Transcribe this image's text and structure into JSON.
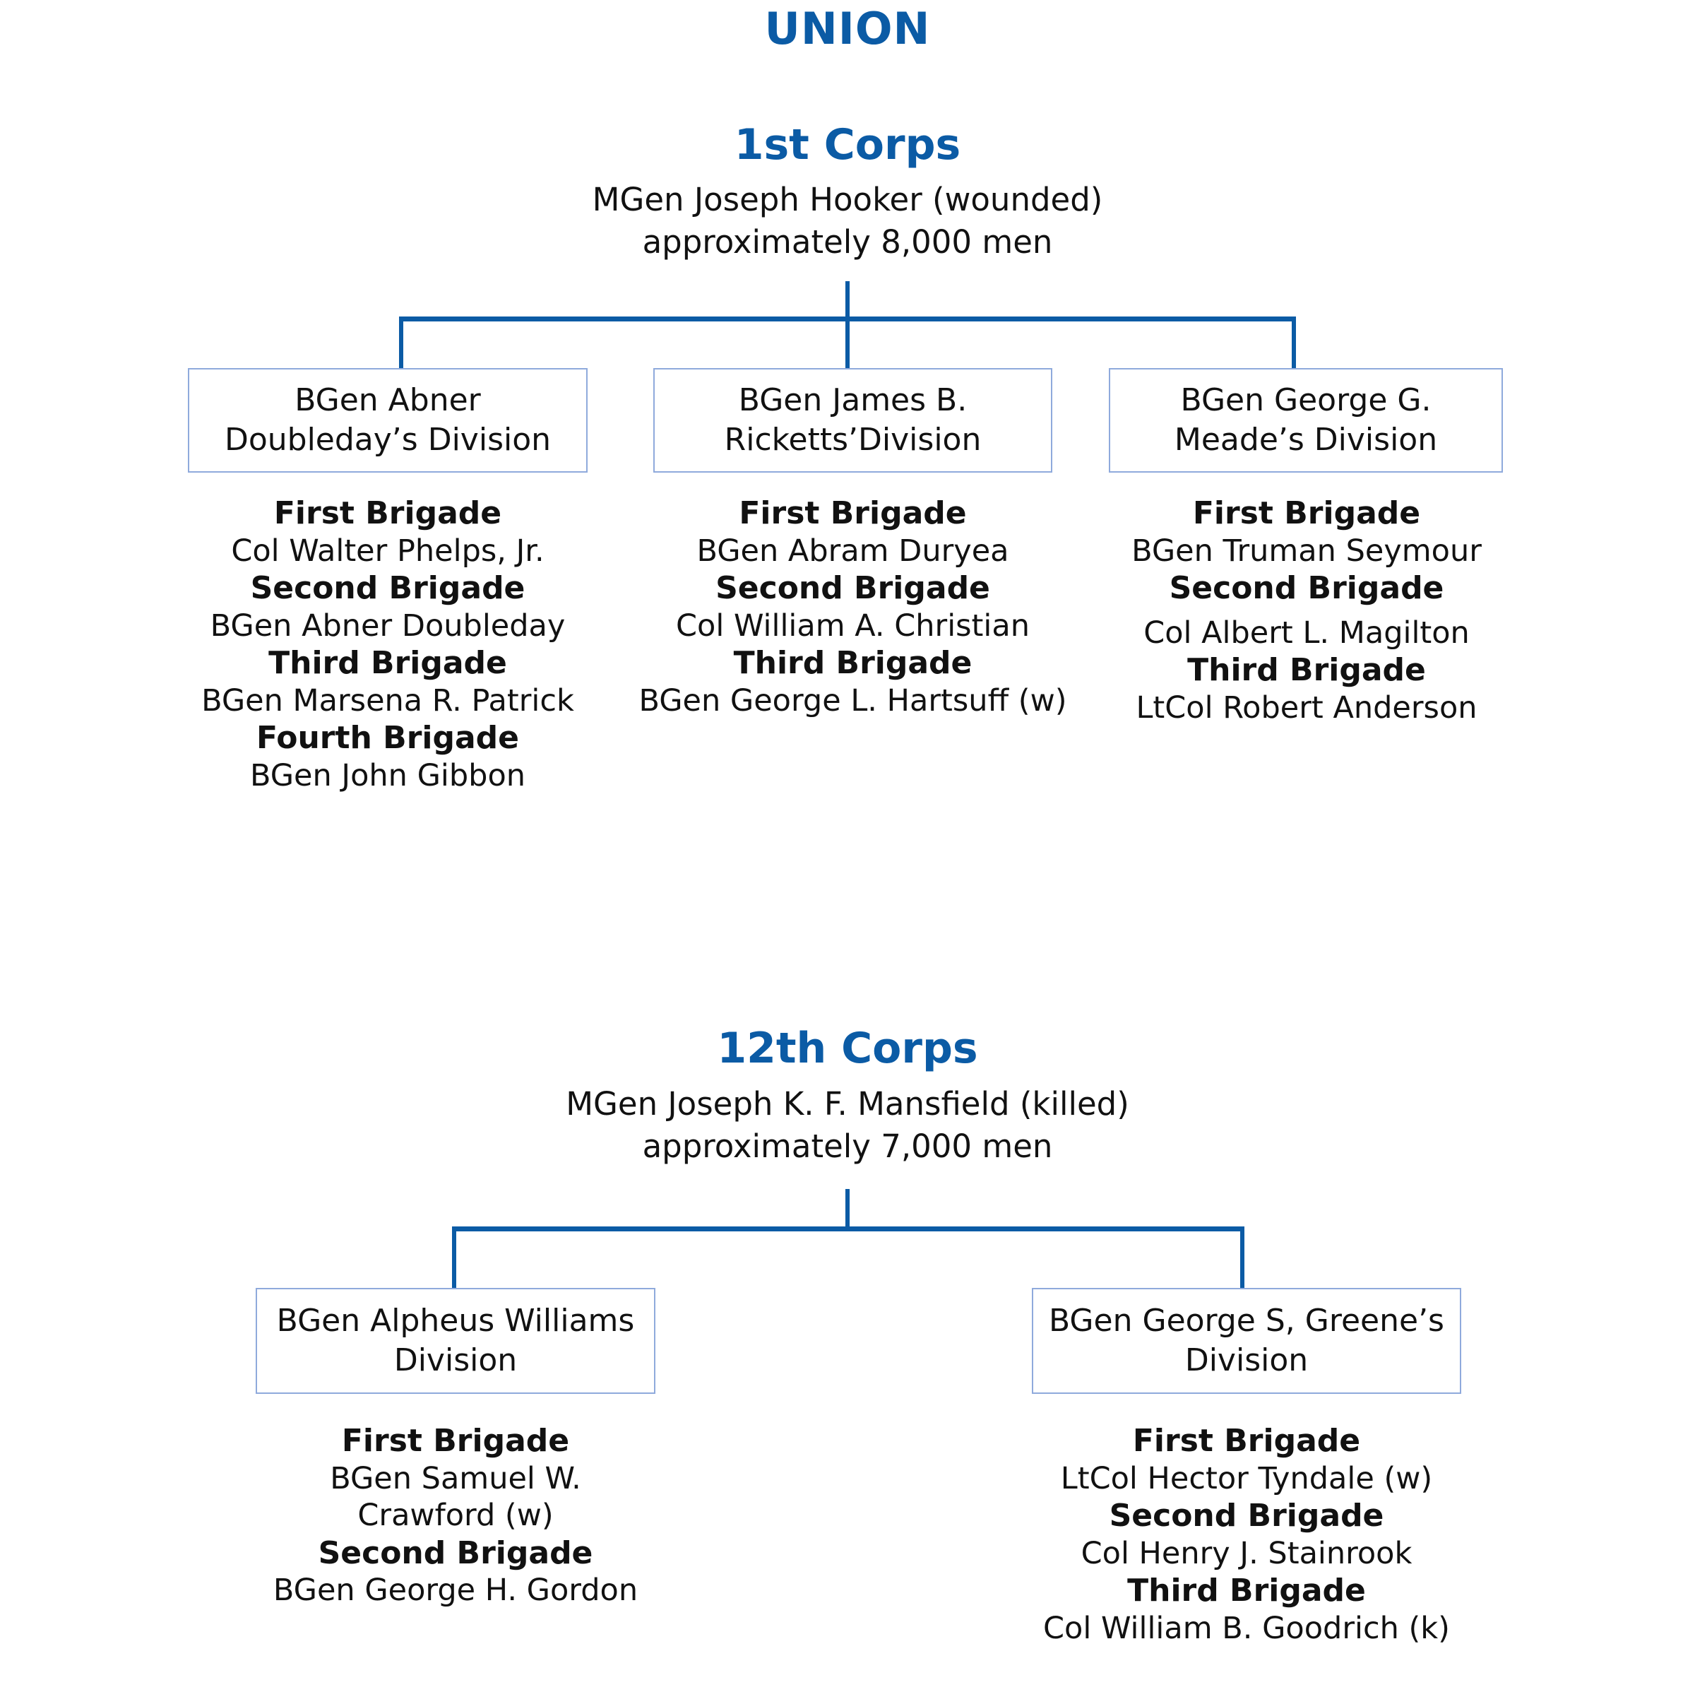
{
  "page": {
    "title": "UNION",
    "title_color": "#0B5BA5",
    "box_border_color": "#8FAADC",
    "connector_color": "#0B5BA5",
    "background": "#FFFFFF"
  },
  "corps": [
    {
      "id": "1st-corps",
      "title": "1st Corps",
      "commander": "MGen Joseph Hooker (wounded)",
      "strength": "approximately 8,000 men",
      "divisions": [
        {
          "id": "doubleday",
          "box_line1": "BGen Abner",
          "box_line2": "Doubleday’s Division",
          "brigades": [
            {
              "name": "First Brigade",
              "commander": "Col Walter Phelps, Jr."
            },
            {
              "name": "Second Brigade",
              "commander": "BGen Abner Doubleday"
            },
            {
              "name": "Third Brigade",
              "commander": "BGen Marsena R. Patrick"
            },
            {
              "name": "Fourth Brigade",
              "commander": "BGen John Gibbon"
            }
          ]
        },
        {
          "id": "ricketts",
          "box_line1": "BGen James B.",
          "box_line2": "Ricketts’Division",
          "brigades": [
            {
              "name": "First Brigade",
              "commander": "BGen Abram Duryea"
            },
            {
              "name": "Second Brigade",
              "commander": "Col William A. Christian"
            },
            {
              "name": "Third Brigade",
              "commander": "BGen George L. Hartsuff (w)"
            }
          ]
        },
        {
          "id": "meade",
          "box_line1": "BGen George G.",
          "box_line2": "Meade’s Division",
          "brigades": [
            {
              "name": "First Brigade",
              "commander": "BGen Truman Seymour"
            },
            {
              "name": "Second Brigade",
              "commander": "Col Albert L. Magilton"
            },
            {
              "name": "Third Brigade",
              "commander": "LtCol Robert Anderson"
            }
          ]
        }
      ]
    },
    {
      "id": "12th-corps",
      "title": "12th Corps",
      "commander": "MGen Joseph K. F. Mansfield (killed)",
      "strength": "approximately 7,000 men",
      "divisions": [
        {
          "id": "williams",
          "box_line1": "BGen Alpheus Williams",
          "box_line2": "Division",
          "brigades": [
            {
              "name": "First Brigade",
              "commander": "BGen Samuel W.",
              "commander2": "Crawford (w)"
            },
            {
              "name": "Second Brigade",
              "commander": "BGen George H. Gordon"
            }
          ]
        },
        {
          "id": "greene",
          "box_line1": "BGen George S, Greene’s",
          "box_line2": "Division",
          "brigades": [
            {
              "name": "First Brigade",
              "commander": "LtCol Hector Tyndale (w)"
            },
            {
              "name": "Second Brigade",
              "commander": "Col Henry J. Stainrook"
            },
            {
              "name": "Third Brigade",
              "commander": "Col William B. Goodrich (k)"
            }
          ]
        }
      ]
    }
  ]
}
